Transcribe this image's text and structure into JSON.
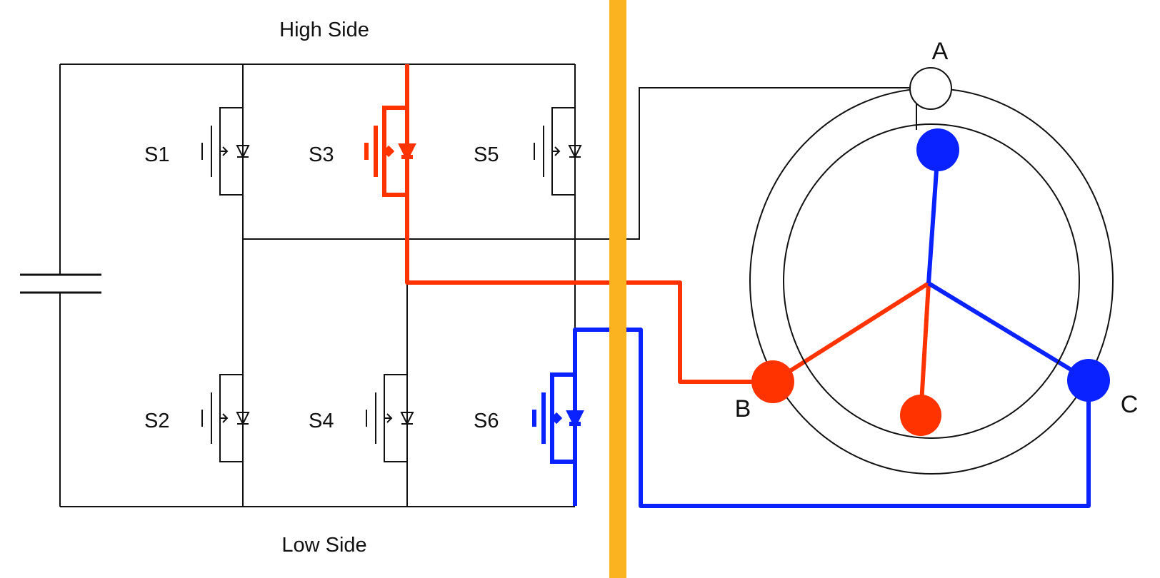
{
  "labels": {
    "high_side": "High Side",
    "low_side": "Low Side"
  },
  "switches": [
    {
      "id": "S1",
      "label": "S1",
      "state": "off",
      "color": "#111111"
    },
    {
      "id": "S3",
      "label": "S3",
      "state": "on",
      "color": "#ff3300"
    },
    {
      "id": "S5",
      "label": "S5",
      "state": "off",
      "color": "#111111"
    },
    {
      "id": "S2",
      "label": "S2",
      "state": "off",
      "color": "#111111"
    },
    {
      "id": "S4",
      "label": "S4",
      "state": "off",
      "color": "#111111"
    },
    {
      "id": "S6",
      "label": "S6",
      "state": "on",
      "color": "#0a22ff"
    }
  ],
  "motor": {
    "phases": [
      {
        "label": "A",
        "color": "#ffffff"
      },
      {
        "label": "B",
        "color": "#ff3300"
      },
      {
        "label": "C",
        "color": "#0a22ff"
      }
    ]
  },
  "colors": {
    "wire": "#111111",
    "current_in": "#ff3300",
    "current_out": "#0a22ff",
    "divider": "#fbb41f"
  }
}
